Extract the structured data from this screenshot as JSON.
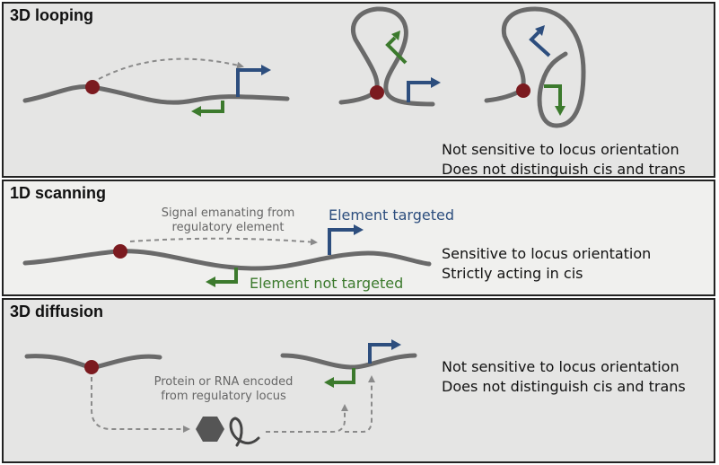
{
  "panels": {
    "looping": {
      "title": "3D looping",
      "line1": "Not sensitive to locus orientation",
      "line2": "Does not distinguish cis and trans"
    },
    "scanning": {
      "title": "1D scanning",
      "signal_line1": "Signal emanating from",
      "signal_line2": "regulatory element",
      "targeted": "Element targeted",
      "not_targeted": "Element not targeted",
      "line1": "Sensitive to locus orientation",
      "line2": "Strictly acting in cis"
    },
    "diffusion": {
      "title": "3D diffusion",
      "product_line1": "Protein or RNA encoded",
      "product_line2": "from regulatory locus",
      "line1": "Not sensitive to locus orientation",
      "line2": "Does not distinguish cis and trans"
    }
  },
  "colors": {
    "dna": "#6a6a6a",
    "element": "#7b1a1f",
    "targeted": "#2d4e7e",
    "not_targeted": "#3c7a2d",
    "dashed": "#8a8a8a"
  }
}
